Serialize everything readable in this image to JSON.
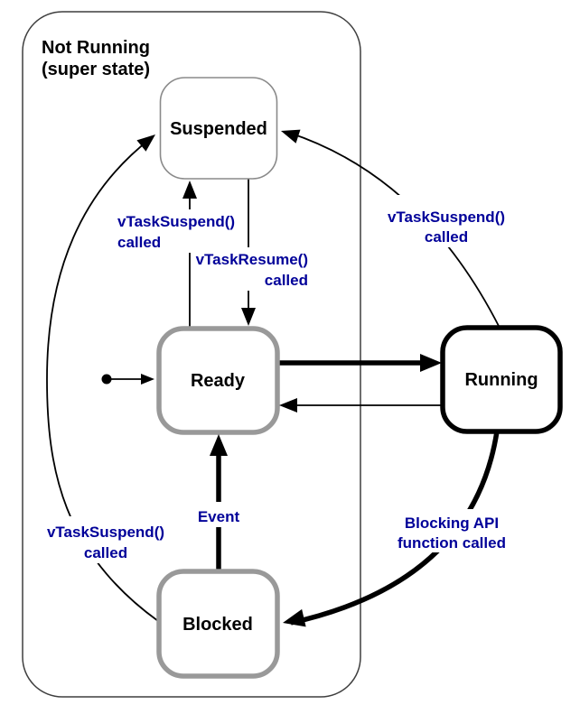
{
  "diagram": {
    "type": "state-diagram",
    "super_state": {
      "title_line1": "Not Running",
      "title_line2": "(super state)"
    },
    "states": {
      "suspended": "Suspended",
      "ready": "Ready",
      "running": "Running",
      "blocked": "Blocked"
    },
    "transitions": {
      "ready_to_suspended": {
        "label_line1": "vTaskSuspend()",
        "label_line2": "called"
      },
      "suspended_to_ready": {
        "label_line1": "vTaskResume()",
        "label_line2": "called"
      },
      "running_to_suspended": {
        "label_line1": "vTaskSuspend()",
        "label_line2": "called"
      },
      "blocked_to_suspended": {
        "label_line1": "vTaskSuspend()",
        "label_line2": "called"
      },
      "blocked_to_ready": {
        "label_line1": "Event"
      },
      "running_to_blocked": {
        "label_line1": "Blocking API",
        "label_line2": "function called"
      }
    },
    "colors": {
      "transition_label": "#000099",
      "state_text": "#000000",
      "gray_state_border": "#999999",
      "suspended_border": "#8a8a8a",
      "running_border": "#000000",
      "super_state_border": "#3f3f3f",
      "background": "#ffffff"
    }
  }
}
